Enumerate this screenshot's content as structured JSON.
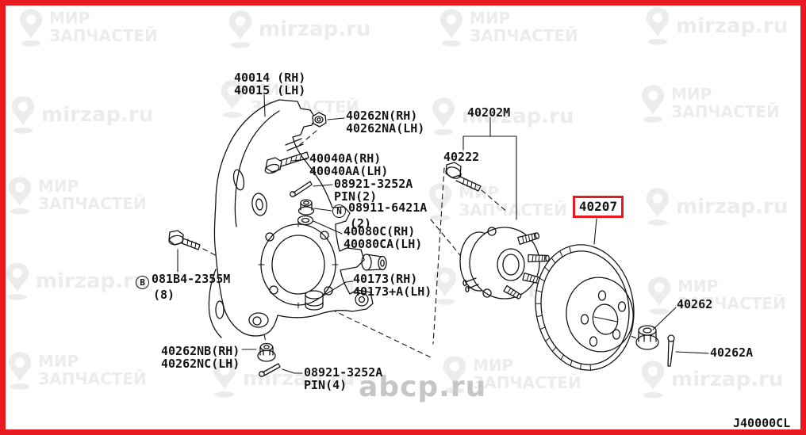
{
  "watermark": {
    "brand_line1": "МИР",
    "brand_line2": "ЗАПЧАСТЕЙ",
    "site": "mirzap.ru",
    "center_site": "abcp.ru"
  },
  "diagram": {
    "code": "J40000CL",
    "highlight_color": "#e8191f",
    "line_color": "#141414",
    "labels": [
      {
        "id": "40014-40015",
        "lines": [
          "40014 (RH)",
          "40015 (LH)"
        ]
      },
      {
        "id": "40262N",
        "lines": [
          "40262N(RH)",
          "40262NA(LH)"
        ]
      },
      {
        "id": "40040A",
        "lines": [
          "40040A(RH)",
          "40040AA(LH)"
        ]
      },
      {
        "id": "08921-pin2",
        "lines": [
          "08921-3252A",
          "PIN(2)"
        ]
      },
      {
        "id": "08911",
        "prefix": "N",
        "lines": [
          "08911-6421A",
          "(2)"
        ]
      },
      {
        "id": "40080C",
        "lines": [
          "40080C(RH)",
          "40080CA(LH)"
        ]
      },
      {
        "id": "40202M",
        "lines": [
          "40202M"
        ]
      },
      {
        "id": "40222",
        "lines": [
          "40222"
        ]
      },
      {
        "id": "40207",
        "lines": [
          "40207"
        ],
        "highlighted": true
      },
      {
        "id": "40262",
        "lines": [
          "40262"
        ]
      },
      {
        "id": "40262A",
        "lines": [
          "40262A"
        ]
      },
      {
        "id": "081B4",
        "prefix": "B",
        "lines": [
          "081B4-2355M",
          "(8)"
        ]
      },
      {
        "id": "40173",
        "lines": [
          "40173(RH)",
          "40173+A(LH)"
        ]
      },
      {
        "id": "40262NB",
        "lines": [
          "40262NB(RH)",
          "40262NC(LH)"
        ]
      },
      {
        "id": "08921-pin4",
        "lines": [
          "08921-3252A",
          "PIN(4)"
        ]
      }
    ]
  }
}
